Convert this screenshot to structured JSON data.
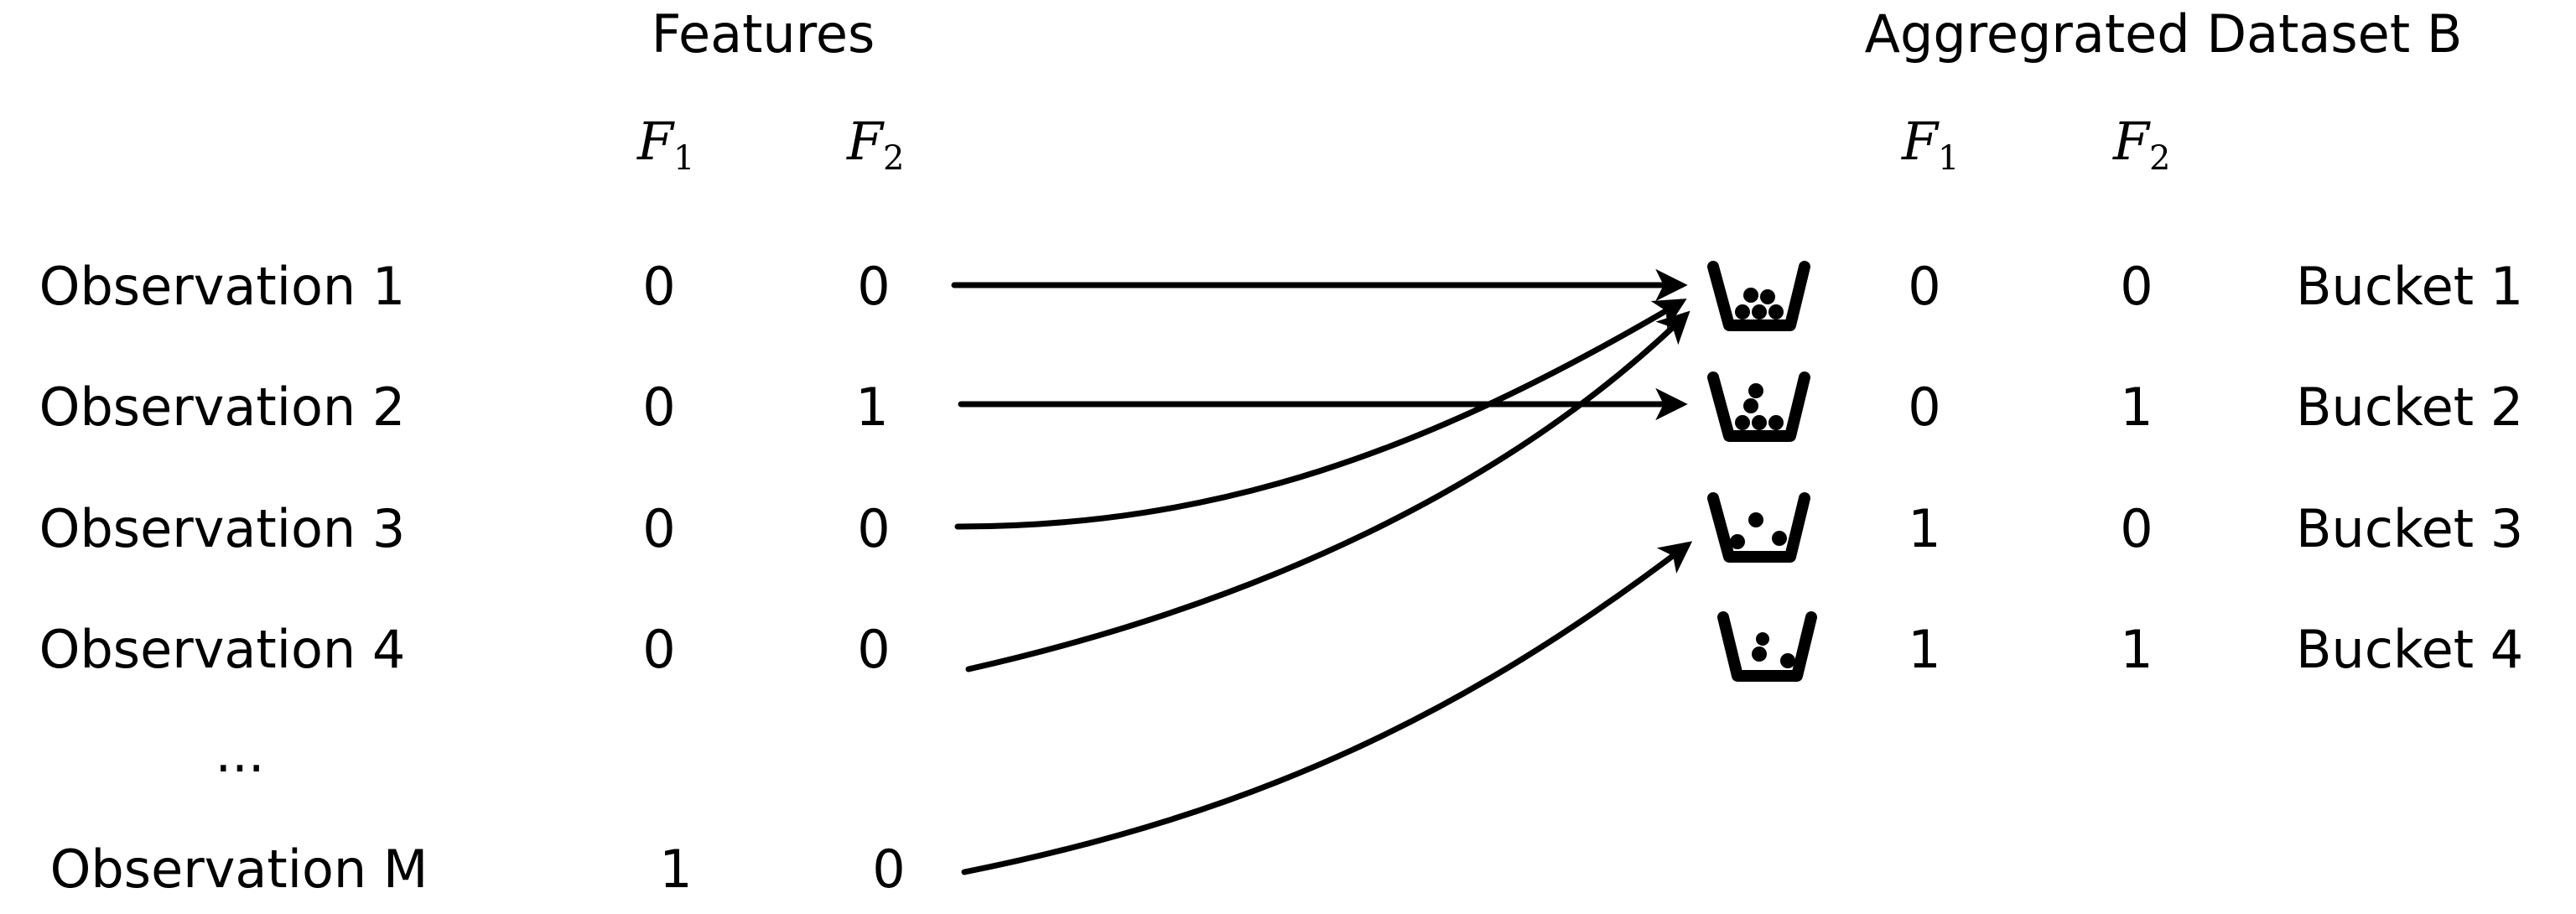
{
  "features_header": "Features",
  "aggregated_header": "Aggregrated Dataset B",
  "feature_symbols": {
    "f1_base": "F",
    "f1_sub": "1",
    "f2_base": "F",
    "f2_sub": "2"
  },
  "observations": [
    {
      "label": "Observation 1",
      "f1": "0",
      "f2": "0"
    },
    {
      "label": "Observation 2",
      "f1": "0",
      "f2": "1"
    },
    {
      "label": "Observation 3",
      "f1": "0",
      "f2": "0"
    },
    {
      "label": "Observation 4",
      "f1": "0",
      "f2": "0"
    },
    {
      "label": "Observation M",
      "f1": "1",
      "f2": "0"
    }
  ],
  "ellipsis": "...",
  "buckets": [
    {
      "label": "Bucket 1",
      "f1": "0",
      "f2": "0"
    },
    {
      "label": "Bucket 2",
      "f1": "0",
      "f2": "1"
    },
    {
      "label": "Bucket 3",
      "f1": "1",
      "f2": "0"
    },
    {
      "label": "Bucket 4",
      "f1": "1",
      "f2": "1"
    }
  ],
  "mappings": [
    {
      "observation": "Observation 1",
      "bucket": "Bucket 1"
    },
    {
      "observation": "Observation 2",
      "bucket": "Bucket 2"
    },
    {
      "observation": "Observation 3",
      "bucket": "Bucket 1"
    },
    {
      "observation": "Observation 4",
      "bucket": "Bucket 1"
    },
    {
      "observation": "Observation M",
      "bucket": "Bucket 3"
    }
  ]
}
